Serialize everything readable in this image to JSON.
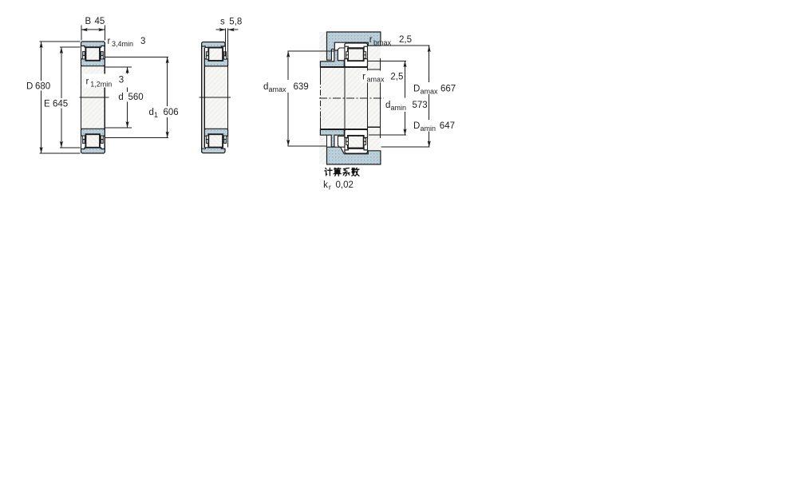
{
  "drawing": {
    "type": "bearing-technical-drawing",
    "dimensions": {
      "B": {
        "symbol": "B",
        "subscript": "",
        "value": "45"
      },
      "r34": {
        "symbol": "r",
        "subscript": "3,4min",
        "value": "3"
      },
      "r12": {
        "symbol": "r",
        "subscript": "1,2min",
        "value": "3"
      },
      "D": {
        "symbol": "D",
        "subscript": "",
        "value": "680"
      },
      "E": {
        "symbol": "E",
        "subscript": "",
        "value": "645"
      },
      "d": {
        "symbol": "d",
        "subscript": "",
        "value": "560"
      },
      "d1": {
        "symbol": "d",
        "subscript": "1",
        "value": "606"
      },
      "s": {
        "symbol": "s",
        "subscript": "",
        "value": "5,8"
      },
      "rbmax": {
        "symbol": "r",
        "subscript": "bmax",
        "value": "2,5"
      },
      "ramax": {
        "symbol": "r",
        "subscript": "amax",
        "value": "2,5"
      },
      "damax": {
        "symbol": "d",
        "subscript": "amax",
        "value": "639"
      },
      "damin": {
        "symbol": "d",
        "subscript": "amin",
        "value": "573"
      },
      "Damax": {
        "symbol": "D",
        "subscript": "amax",
        "value": "667"
      },
      "Damin": {
        "symbol": "D",
        "subscript": "amin",
        "value": "647"
      }
    },
    "calculation_factors": {
      "heading": "计算系数",
      "kr": {
        "symbol": "k",
        "subscript": "r",
        "value": "0,02"
      }
    },
    "colors": {
      "section_fill_base": "#bdd5d1",
      "section_fill_dot": "#a5a5de",
      "metal_hatch_base": "#f5f5f4",
      "metal_hatch_line": "#e9e9e6",
      "line": "#1c1c1c",
      "background": "#ffffff"
    }
  }
}
